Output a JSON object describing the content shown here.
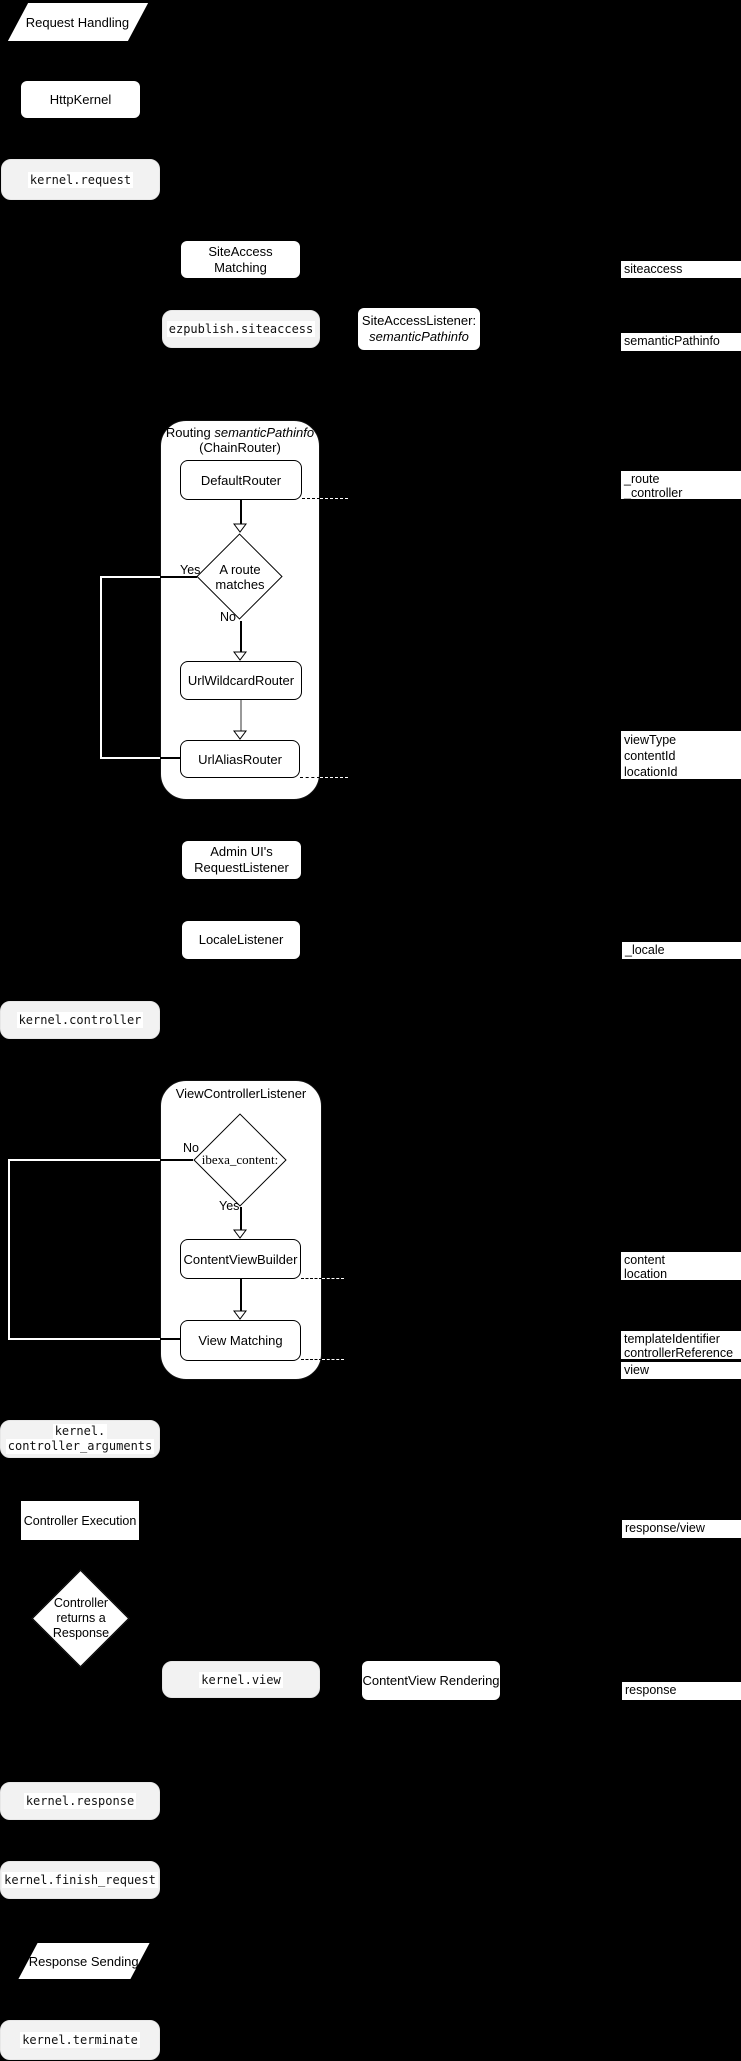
{
  "colors": {
    "background": "#000000",
    "node_fill": "#ffffff",
    "event_fill": "#f2f2f2",
    "stroke": "#000000",
    "edge_outside": "#ffffff",
    "edge_gray": "#999999"
  },
  "nodes": {
    "request_handling": {
      "label": "Request Handling"
    },
    "http_kernel": {
      "label": "HttpKernel"
    },
    "kernel_request": {
      "label": "kernel.request"
    },
    "siteaccess_matching": {
      "label": "SiteAccess Matching"
    },
    "ezpublish_siteaccess": {
      "label": "ezpublish.siteaccess"
    },
    "siteaccess_listener": {
      "line1": "SiteAccessListener:",
      "line2": "semanticPathinfo"
    },
    "routing_group": {
      "title_normal": "Routing ",
      "title_italic": "semanticPathinfo",
      "subtitle": "(ChainRouter)"
    },
    "default_router": {
      "label": "DefaultRouter"
    },
    "route_matches_decision": {
      "line1": "A route",
      "line2": "matches"
    },
    "url_wildcard_router": {
      "label": "UrlWildcardRouter"
    },
    "url_alias_router": {
      "label": "UrlAliasRouter"
    },
    "admin_request_listener": {
      "line1": "Admin UI's",
      "line2": "RequestListener"
    },
    "locale_listener": {
      "label": "LocaleListener"
    },
    "kernel_controller": {
      "label": "kernel.controller"
    },
    "view_controller_group": {
      "title": "ViewControllerListener"
    },
    "ibexa_content_decision": {
      "label": "ibexa_content:"
    },
    "content_view_builder": {
      "label": "ContentViewBuilder"
    },
    "view_matching": {
      "label": "View Matching"
    },
    "kernel_controller_arguments": {
      "line1": "kernel.",
      "line2": "controller_arguments"
    },
    "controller_execution": {
      "label": "Controller Execution"
    },
    "controller_returns_decision": {
      "line1": "Controller",
      "line2": "returns a",
      "line3": "Response"
    },
    "kernel_view": {
      "label": "kernel.view"
    },
    "contentview_rendering": {
      "label": "ContentView Rendering"
    },
    "kernel_response": {
      "label": "kernel.response"
    },
    "kernel_finish_request": {
      "label": "kernel.finish_request"
    },
    "response_sending": {
      "label": "Response Sending"
    },
    "kernel_terminate": {
      "label": "kernel.terminate"
    }
  },
  "edge_labels": {
    "yes": "Yes",
    "no": "No"
  },
  "side_labels": {
    "siteaccess": {
      "lines": [
        "siteaccess"
      ]
    },
    "semantic_pathinfo": {
      "lines": [
        "semanticPathinfo"
      ]
    },
    "route": {
      "lines": [
        "_route",
        "_controller"
      ]
    },
    "view_params": {
      "lines": [
        "viewType",
        "contentId",
        "locationId"
      ]
    },
    "locale": {
      "lines": [
        "_locale"
      ]
    },
    "content_location": {
      "lines": [
        "content",
        "location"
      ]
    },
    "template": {
      "lines": [
        "templateIdentifier",
        "controllerReference"
      ]
    },
    "view": {
      "lines": [
        "view"
      ]
    },
    "response_view": {
      "lines": [
        "response/view"
      ]
    },
    "response": {
      "lines": [
        "response"
      ]
    }
  }
}
